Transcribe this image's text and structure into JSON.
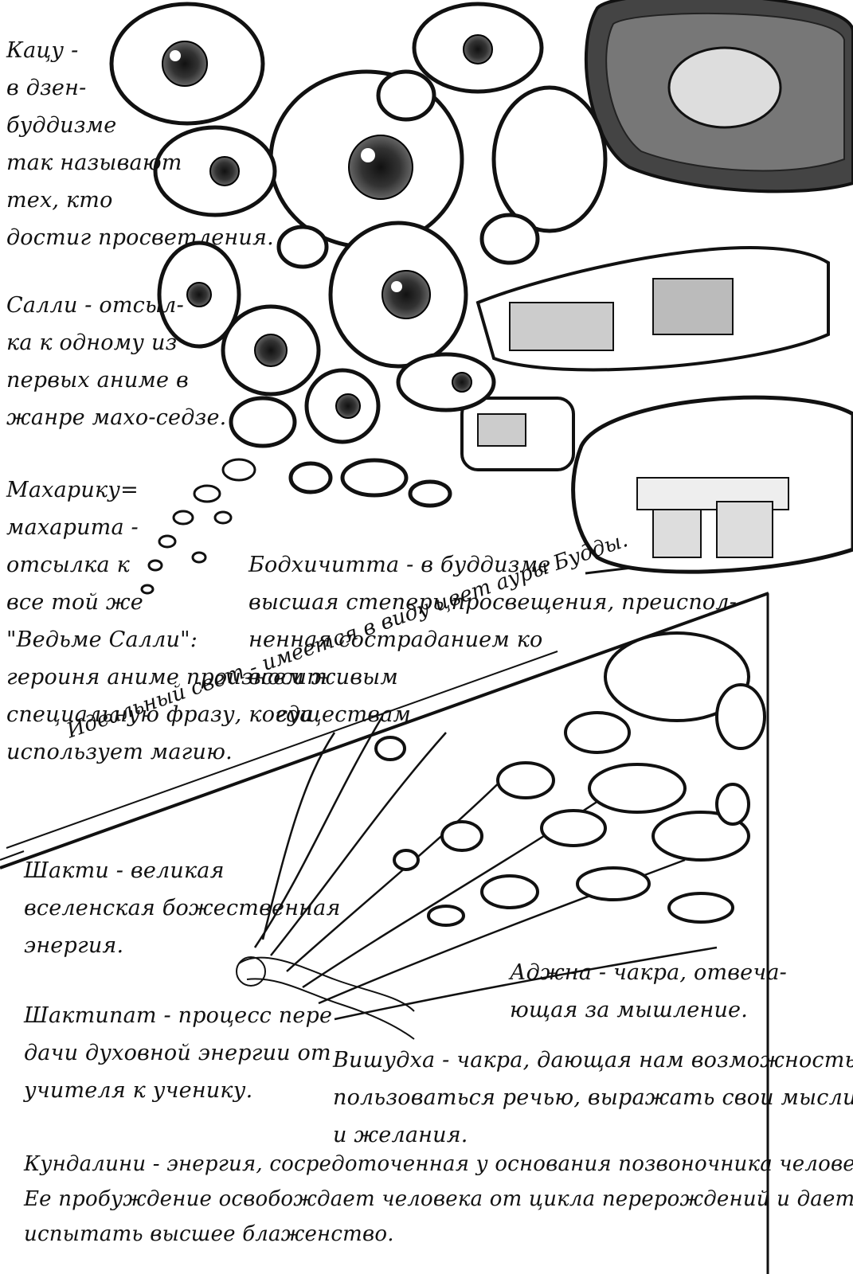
{
  "notes": {
    "kaku": [
      "Кацу -",
      "в дзен-",
      "буддизме",
      "так называют",
      "тех, кто",
      "достиг просветления."
    ],
    "sally": [
      "Салли - отсыл-",
      "ка к одному из",
      "первых аниме в",
      "жанре махо-седзе."
    ],
    "maharika": [
      "Махарику=",
      "махарита -",
      "отсылка к",
      "все той же",
      "\"Ведьме Салли\":",
      "героиня аниме произносит",
      "специальную фразу, когда",
      "использует магию."
    ],
    "bodhicitta": [
      "Бодхичитта - в буддизме",
      "высшая степерь просвещения, преиспол-",
      "ненная состраданием ко",
      "всем живым",
      "сyществам"
    ],
    "ideal_light": "Идеальный свет - имеется в виду цвет ауры Будды.",
    "shakti": [
      "Шакти - великая",
      "вселенская божественная",
      "энергия."
    ],
    "shaktipat": [
      "Шактипат - процесс пере",
      "дачи духовной энергии от",
      "учителя к ученику."
    ],
    "ajna": [
      "Аджна - чакра, отвеча-",
      "ющая за мышление."
    ],
    "vishuddha": [
      "Вишудха - чакра, дающая нам возможность",
      "пользоваться речью, выражать свои мысли",
      "и желания."
    ],
    "kundalini": [
      "Кундалини - энергия, сосредоточенная у основания позвоночника человека.",
      "Ее пробуждение освобождает человека от цикла перерождений и дает",
      "испытать высшее блаженство."
    ]
  }
}
